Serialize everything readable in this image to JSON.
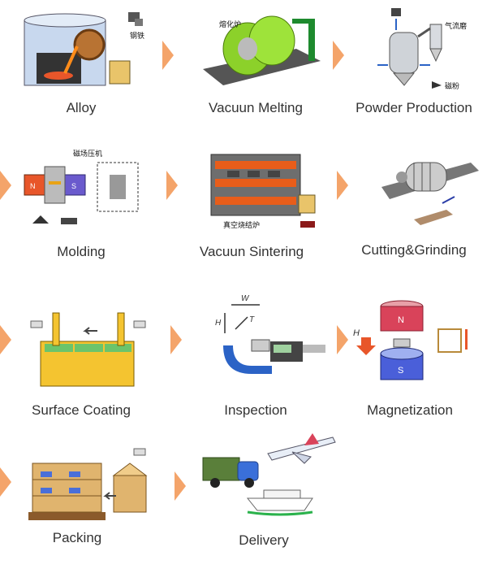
{
  "steps": [
    {
      "label": "Alloy",
      "tag": "钢铁"
    },
    {
      "label": "Vacuun Melting",
      "tag": "熔化炉"
    },
    {
      "label": "Powder Production",
      "tag": "气流磨",
      "tag2": "磁粉"
    },
    {
      "label": "Molding",
      "tag": "磁场压机"
    },
    {
      "label": "Vacuun Sintering",
      "tag": "真空烧结炉"
    },
    {
      "label": "Cutting&Grinding"
    },
    {
      "label": "Surface Coating"
    },
    {
      "label": "Inspection",
      "dims": {
        "w": "W",
        "h": "H",
        "t": "T"
      }
    },
    {
      "label": "Magnetization",
      "poles": {
        "n": "N",
        "s": "S"
      },
      "h": "H"
    },
    {
      "label": "Packing"
    },
    {
      "label": "Delivery"
    }
  ],
  "colors": {
    "arrow": "#f4a46a",
    "accent": "#e8562a",
    "green": "#7fc31c"
  }
}
